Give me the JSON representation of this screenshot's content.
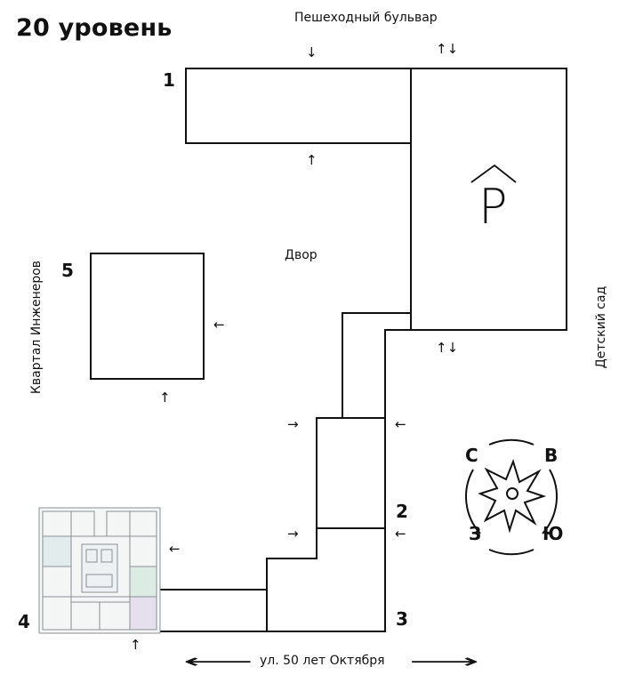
{
  "title": "20 уровень",
  "labels": {
    "boulevard": "Пешеходный бульвар",
    "yard": "Двор",
    "quarter": "Квартал Инженеров",
    "kindergarten": "Детский сад",
    "street": "ул. 50 лет Октября"
  },
  "buildings": {
    "b1": "1",
    "b2": "2",
    "b3": "3",
    "b4": "4",
    "b5": "5"
  },
  "parking": {
    "letter": "P"
  },
  "compass": {
    "north": "С",
    "east": "В",
    "south": "Ю",
    "west": "З"
  },
  "arrows": {
    "down": "↓",
    "up": "↑",
    "left": "←",
    "right": "→",
    "updown": "↑↓",
    "street_left": "⟵",
    "street_right": "⟶"
  }
}
